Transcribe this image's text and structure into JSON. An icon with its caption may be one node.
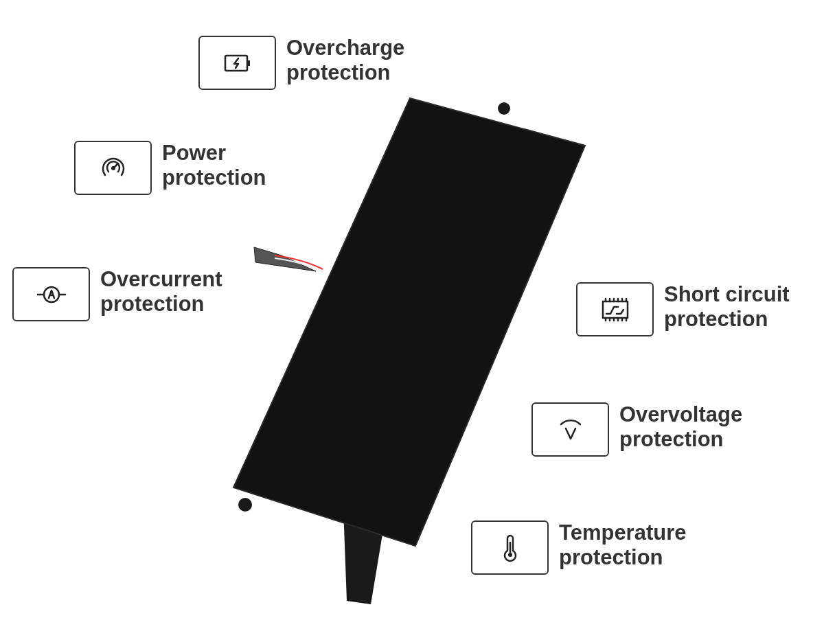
{
  "diagram": {
    "nodes": [
      {
        "text": [
          "Overcharge protection"
        ]
      },
      {
        "text": [
          "Power protection"
        ]
      },
      {
        "text": [
          "Overcurrent protection"
        ]
      },
      {
        "text": [
          "Short circuit protection"
        ]
      },
      {
        "text": [
          "Overvoltage protection"
        ]
      },
      {
        "text": [
          "Temperature protection"
        ]
      }
    ]
  }
}
